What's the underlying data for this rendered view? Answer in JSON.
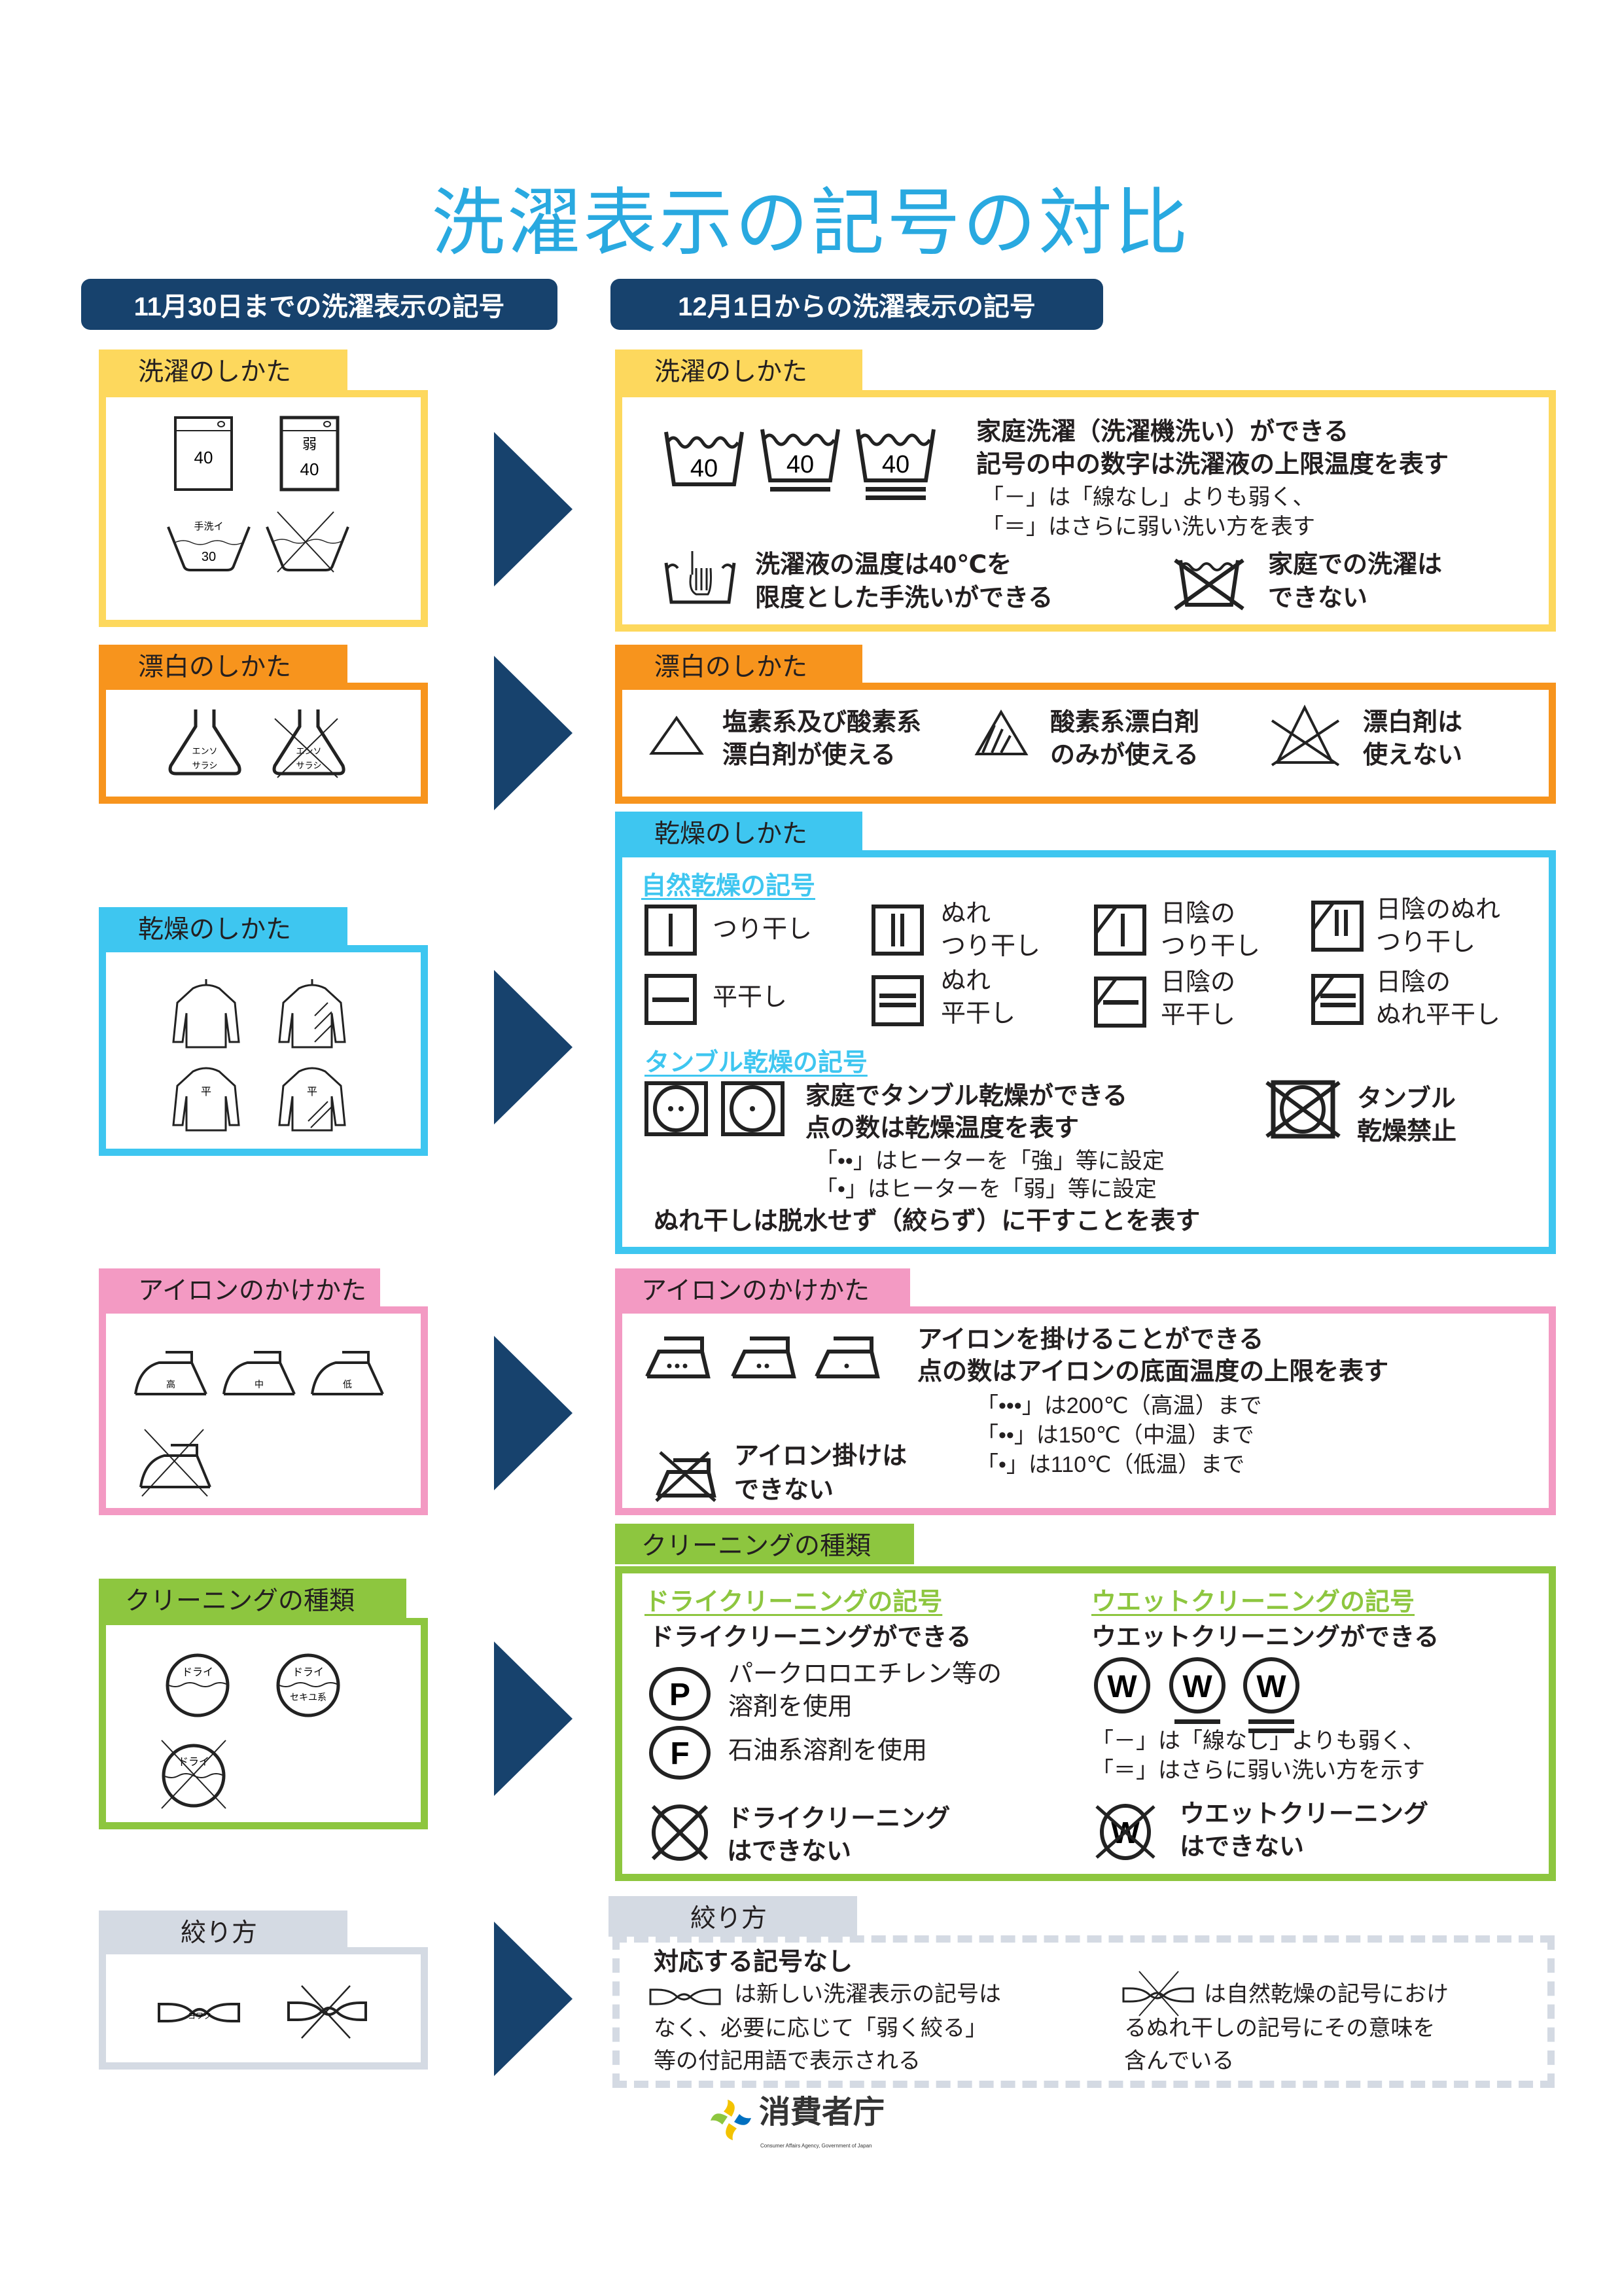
{
  "title": "洗濯表示の記号の対比",
  "headers": {
    "old": "11月30日までの洗濯表示の記号",
    "new": "12月1日からの洗濯表示の記号"
  },
  "colors": {
    "navy": "#17426d",
    "title": "#29a9e0",
    "wash": "#fdd85d",
    "bleach": "#f7941d",
    "dry": "#3ec6f0",
    "iron": "#f39ac3",
    "clean": "#8dc63f",
    "wring": "#d4dae3"
  },
  "wash": {
    "label": "洗濯のしかた",
    "old": {
      "machine_temp": "40",
      "machine_weak": "弱",
      "machine_weak_temp": "40",
      "hand_label": "手洗イ",
      "hand_temp": "30"
    },
    "new": {
      "tub_temps": [
        "40",
        "40",
        "40"
      ],
      "line1": "家庭洗濯（洗濯機洗い）ができる",
      "line2": "記号の中の数字は洗濯液の上限温度を表す",
      "line3": "「－」は「線なし」よりも弱く、",
      "line4": "「＝」はさらに弱い洗い方を表す",
      "hand1": "洗濯液の温度は40℃を",
      "hand2": "限度とした手洗いができる",
      "no1": "家庭での洗濯は",
      "no2": "できない"
    }
  },
  "bleach": {
    "label": "漂白のしかた",
    "old": {
      "flask1": "エンソ",
      "flask2": "サラシ"
    },
    "new": {
      "any1": "塩素系及び酸素系",
      "any2": "漂白剤が使える",
      "oxy1": "酸素系漂白剤",
      "oxy2": "のみが使える",
      "no1": "漂白剤は",
      "no2": "使えない"
    }
  },
  "dry": {
    "label": "乾燥のしかた",
    "old": {
      "flat": "平"
    },
    "new": {
      "natural_heading": "自然乾燥の記号",
      "natural": [
        [
          "つり干し",
          ""
        ],
        [
          "ぬれ",
          "つり干し"
        ],
        [
          "日陰の",
          "つり干し"
        ],
        [
          "日陰のぬれ",
          "つり干し"
        ],
        [
          "平干し",
          ""
        ],
        [
          "ぬれ",
          "平干し"
        ],
        [
          "日陰の",
          "平干し"
        ],
        [
          "日陰の",
          "ぬれ平干し"
        ]
      ],
      "tumble_heading": "タンブル乾燥の記号",
      "tumble1": "家庭でタンブル乾燥ができる",
      "tumble2": "点の数は乾燥温度を表す",
      "tumble3": "「••」はヒーターを「強」等に設定",
      "tumble4": "「•」はヒーターを「弱」等に設定",
      "no1": "タンブル",
      "no2": "乾燥禁止",
      "footer": "ぬれ干しは脱水せず（絞らず）に干すことを表す"
    }
  },
  "iron": {
    "label": "アイロンのかけかた",
    "old": {
      "temps": [
        "高",
        "中",
        "低"
      ]
    },
    "new": {
      "line1": "アイロンを掛けることができる",
      "line2": "点の数はアイロンの底面温度の上限を表す",
      "t1": "「•••」は200℃（高温）まで",
      "t2": "「••」は150℃（中温）まで",
      "t3": "「•」は110℃（低温）まで",
      "no1": "アイロン掛けは",
      "no2": "できない"
    }
  },
  "clean": {
    "label": "クリーニングの種類",
    "old": {
      "dry": "ドライ",
      "petrol": "セキユ系"
    },
    "new": {
      "dry_heading": "ドライクリーニングの記号",
      "wet_heading": "ウエットクリーニングの記号",
      "dry_can": "ドライクリーニングができる",
      "p": "P",
      "p1": "パークロロエチレン等の",
      "p2": "溶剤を使用",
      "f": "F",
      "f1": "石油系溶剤を使用",
      "dry_no1": "ドライクリーニング",
      "dry_no2": "はできない",
      "wet_can": "ウエットクリーニングができる",
      "w": "W",
      "wet1": "「－」は「線なし」よりも弱く、",
      "wet2": "「＝」はさらに弱い洗い方を示す",
      "wet_no1": "ウエットクリーニング",
      "wet_no2": "はできない"
    }
  },
  "wring": {
    "label": "絞り方",
    "old": {
      "weak": "ヨワク"
    },
    "new": {
      "heading": "対応する記号なし",
      "l1": "は新しい洗濯表示の記号は",
      "l2": "なく、必要に応じて「弱く絞る」",
      "l3": "等の付記用語で表示される",
      "r1": "は自然乾燥の記号におけ",
      "r2": "るぬれ干しの記号にその意味を",
      "r3": "含んでいる"
    }
  },
  "logo": {
    "name": "消費者庁",
    "sub": "Consumer Affairs Agency, Government of Japan"
  }
}
